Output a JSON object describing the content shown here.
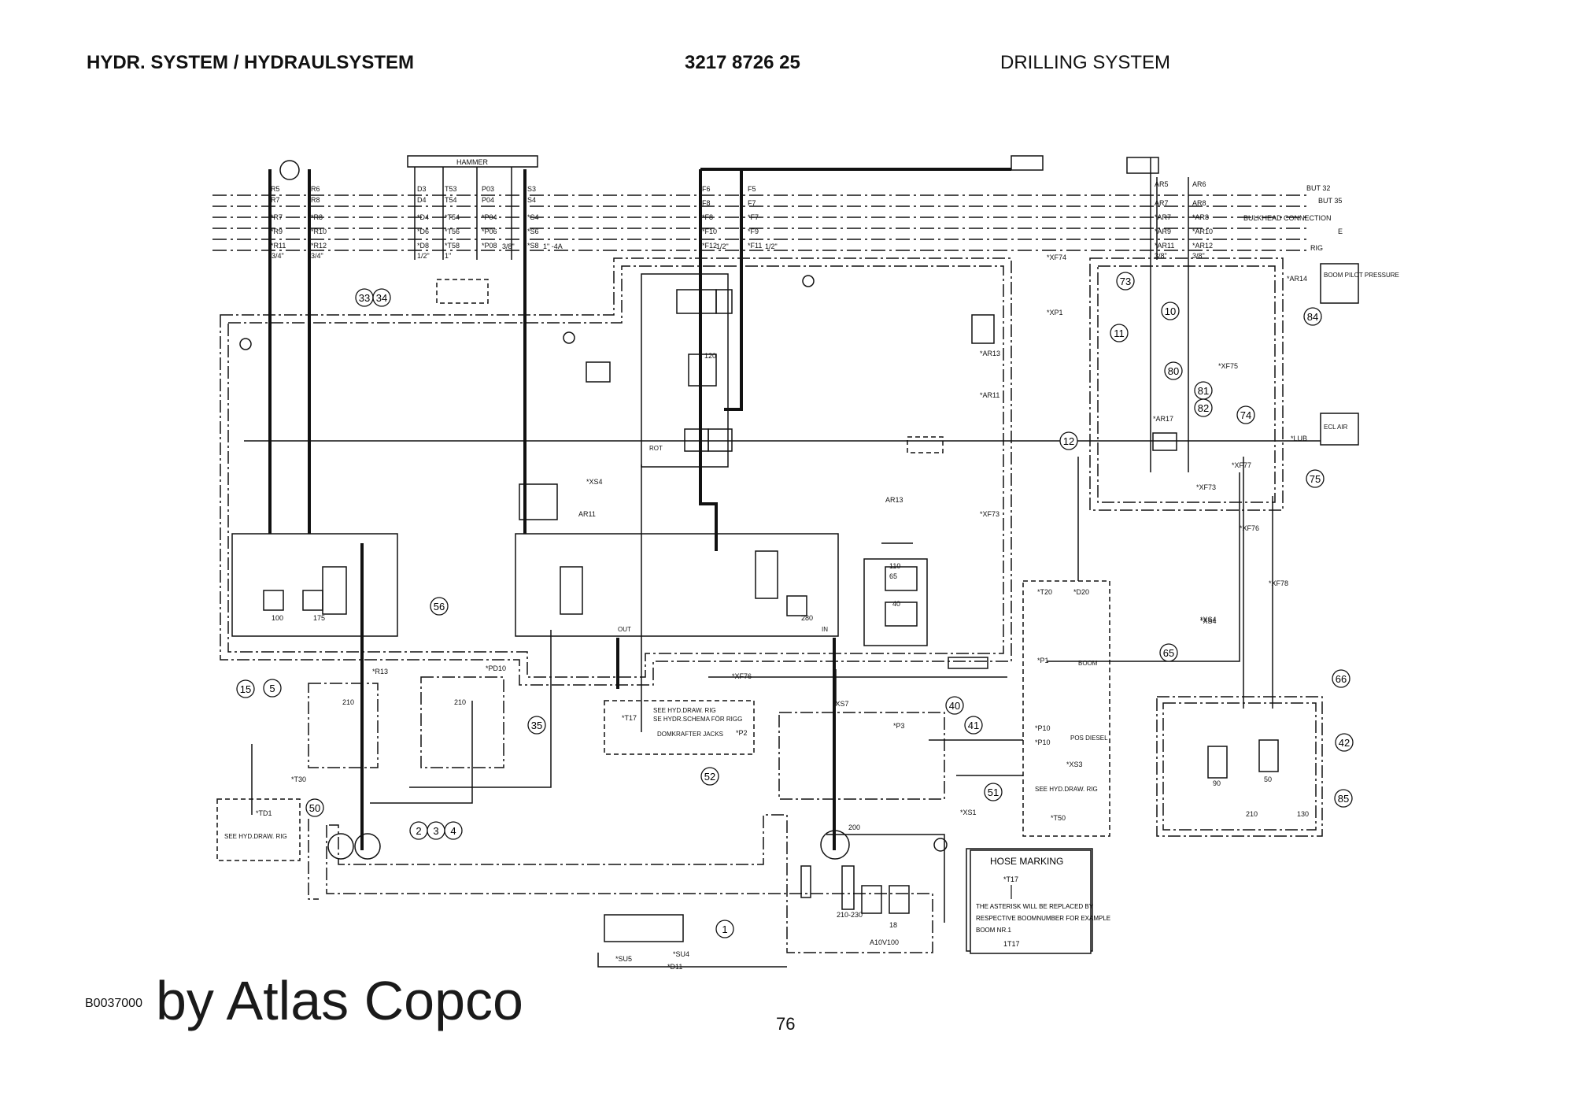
{
  "header": {
    "left": "HYDR. SYSTEM / HYDRAULSYSTEM",
    "middle": "3217 8726 25",
    "right": "DRILLING SYSTEM"
  },
  "footer": {
    "doc_ref": "B0037000",
    "brand": "by Atlas Copco",
    "page": "76"
  },
  "diagram": {
    "hammer_label": "HAMMER",
    "port_tags": [
      "R5",
      "R6",
      "R7",
      "R8",
      "*R7",
      "*R8",
      "*R9",
      "*R10",
      "*R11",
      "*R12",
      "D3",
      "D4",
      "*D4",
      "*D6",
      "*D8",
      "T53",
      "T54",
      "*T54",
      "*T56",
      "*T58",
      "P03",
      "P04",
      "*P04",
      "*P06",
      "*P08",
      "S3",
      "S4",
      "*S4",
      "*S6",
      "*S8",
      "F6",
      "F5",
      "F8",
      "F7",
      "*F8",
      "*F7",
      "*F10",
      "*F9",
      "*F12",
      "*F11",
      "AR5",
      "AR6",
      "AR7",
      "AR8",
      "*AR7",
      "*AR8",
      "*AR9",
      "*AR10",
      "*AR11",
      "*AR12"
    ],
    "size_labels": [
      "3/4\"",
      "3/4\"",
      "1/2\"",
      "1\"",
      "3/8\"",
      "1\" -4A",
      "1/2\"",
      "1/2\"",
      "3/8\"",
      "3/8\""
    ],
    "right_labels": [
      "BUT 32",
      "BUT 35",
      "BULKHEAD CONNECTION",
      "E",
      "RIG"
    ],
    "item_numbers": [
      "33",
      "34",
      "73",
      "10",
      "84",
      "11",
      "80",
      "81",
      "82",
      "74",
      "12",
      "75",
      "56",
      "5",
      "15",
      "35",
      "65",
      "66",
      "40",
      "41",
      "42",
      "52",
      "51",
      "50",
      "2",
      "3",
      "4",
      "85",
      "1"
    ],
    "notes": {
      "boom_pilot": "BOOM PILOT PRESSURE",
      "ecl_air": "ECL AIR",
      "rig1": "SEE HYD.DRAW. RIG",
      "rig_schema": "SE HYDR.SCHEMA FÖR RIGG",
      "jacks": "DOMKRAFTER JACKS",
      "pos_diesel": "POS DIESEL",
      "rig2": "SEE HYD.DRAW. RIG",
      "rig3": "SEE HYD.DRAW. RIG",
      "boom": "BOOM",
      "out": "OUT",
      "in": "IN",
      "rot": "ROT",
      "pump": "A10V100"
    },
    "hose_marking": {
      "title": "HOSE MARKING",
      "tag": "*T17",
      "text_lines": [
        "THE ASTERISK WILL BE REPLACED BY",
        "RESPECTIVE BOOMNUMBER FOR EXAMPLE",
        "BOOM NR.1"
      ],
      "example_tag": "1T17"
    },
    "valve_values": [
      "100",
      "175",
      "280",
      "210",
      "210",
      "120",
      "110",
      "65",
      "40",
      "90",
      "50",
      "210",
      "130",
      "200",
      "210-230",
      "18"
    ],
    "line_labels": [
      "*XS4",
      "AR11",
      "AR13",
      "*XF73",
      "*XF74",
      "*XP1",
      "*AR13",
      "*AR11",
      "*AR17",
      "*XF75",
      "*XF77",
      "*XF73",
      "*XF76",
      "*XF78",
      "*XS4",
      "*LUB",
      "*AR14",
      "*T20",
      "*D20",
      "*P1",
      "*XF76",
      "*R13",
      "*PD10",
      "*T30",
      "*TD1",
      "*T17",
      "*P2",
      "*P3",
      "*P10",
      "*P10",
      "*XS3",
      "*XS1",
      "*T50",
      "*XS7",
      "*SU5",
      "*D11",
      "*SU4",
      "*XS4"
    ]
  }
}
